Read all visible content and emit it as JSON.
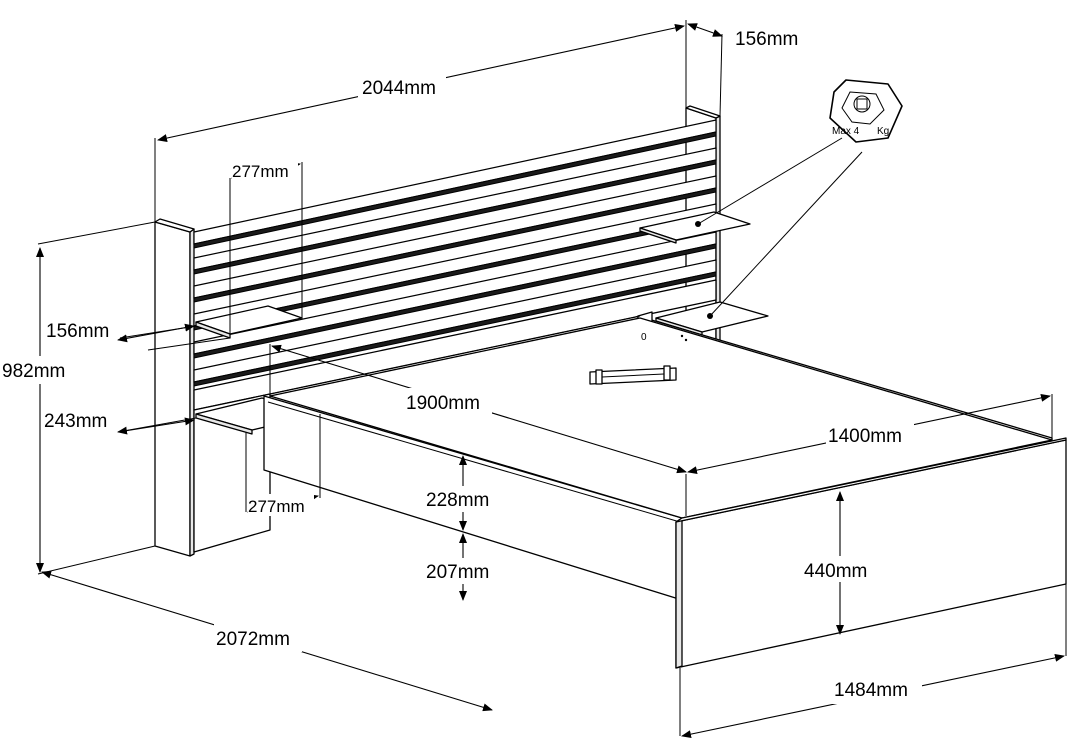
{
  "dimensions": {
    "headboard_width": "2044mm",
    "headboard_depth": "156mm",
    "shelf_top_width": "277mm",
    "shelf_depth": "156mm",
    "total_height": "982mm",
    "shelf_lower_height": "243mm",
    "mattress_length": "1900mm",
    "mattress_width": "1400mm",
    "frame_gap": "228mm",
    "leg_clearance": "207mm",
    "shelf_bottom_width": "277mm",
    "footboard_height": "440mm",
    "total_length": "2072mm",
    "total_width": "1484mm"
  },
  "weight_badge": {
    "max_text": "Max 4",
    "unit": "Kg"
  },
  "colors": {
    "line": "#000000",
    "background": "#ffffff",
    "shade": "#e8e8e8"
  }
}
